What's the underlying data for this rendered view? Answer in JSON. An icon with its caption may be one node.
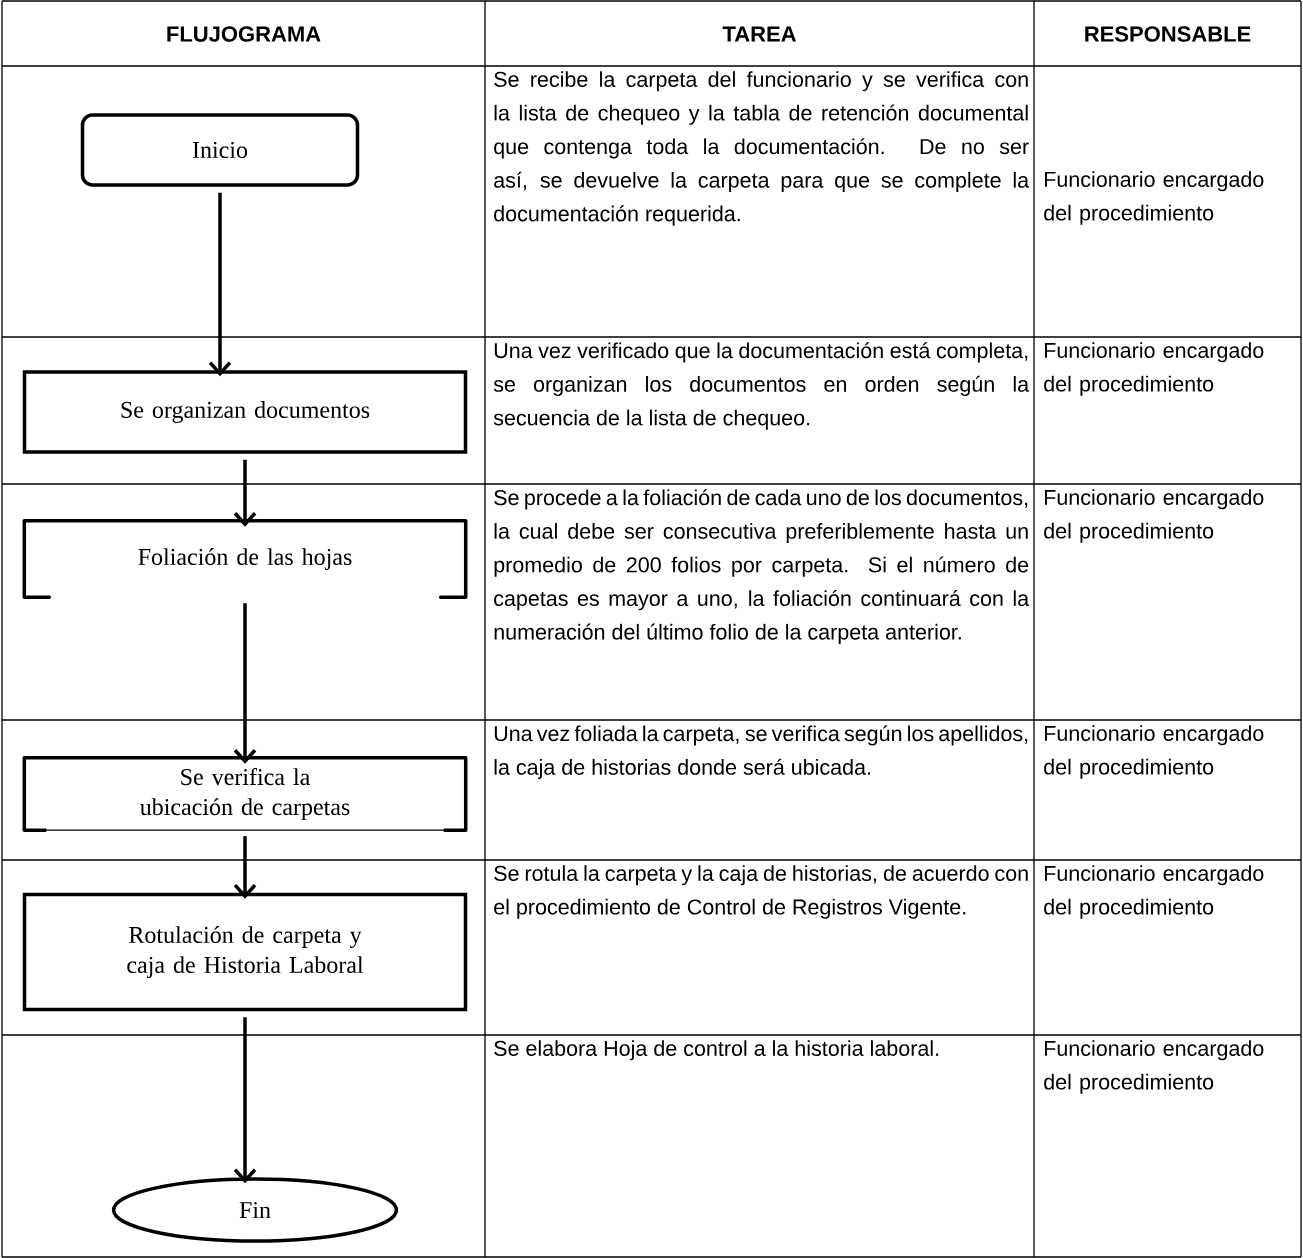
{
  "diagram": {
    "nodes": [
      {
        "text": [
          "Inicio"
        ]
      },
      {
        "text": [
          "Se organizan documentos"
        ]
      },
      {
        "text": [
          "Foliación de las hojas"
        ]
      },
      {
        "text": [
          "Se verifica la ubicación de carpetas"
        ]
      },
      {
        "text": [
          "Rotulación de carpeta y caja de Historia Laboral"
        ]
      },
      {
        "text": [
          "Fin"
        ]
      }
    ],
    "edges": [
      {
        "from": 0,
        "to": 1,
        "arrow": "to"
      },
      {
        "from": 1,
        "to": 2,
        "arrow": "to"
      },
      {
        "from": 2,
        "to": 3,
        "arrow": "to"
      },
      {
        "from": 3,
        "to": 4,
        "arrow": "to"
      },
      {
        "from": 4,
        "to": 5,
        "arrow": "to"
      }
    ],
    "labels": [
      "FLUJOGRAMA",
      "TAREA",
      "RESPONSABLE",
      "Se recibe la carpeta del funcionario y se verifica con la lista de chequeo y la tabla de retención documental que contenga toda la documentación. De no ser así, se devuelve la carpeta para que se complete la documentación requerida.",
      "Funcionario encargado del procedimiento",
      "Una vez verificado que la documentación está completa, se organizan los documentos en orden según la secuencia de la lista de chequeo.",
      "Funcionario encargado del procedimiento",
      "Se procede a la foliación de cada uno de los documentos, la cual debe ser consecutiva preferiblemente hasta un promedio de 200 folios por carpeta.  Si el número de capetas es mayor a uno, la foliación continuará con la numeración del último folio de la carpeta anterior.",
      "Funcionario encargado del procedimiento",
      "Una vez foliada la carpeta, se verifica según los apellidos, la caja de historias donde será ubicada.",
      "Funcionario encargado del procedimiento",
      "Se rotula la carpeta y la caja de historias, de acuerdo con el procedimiento de Control de Registros Vigente.",
      "Funcionario encargado del procedimiento",
      "Se elabora Hoja de control a la historia laboral.",
      "Funcionario encargado del procedimiento"
    ]
  }
}
